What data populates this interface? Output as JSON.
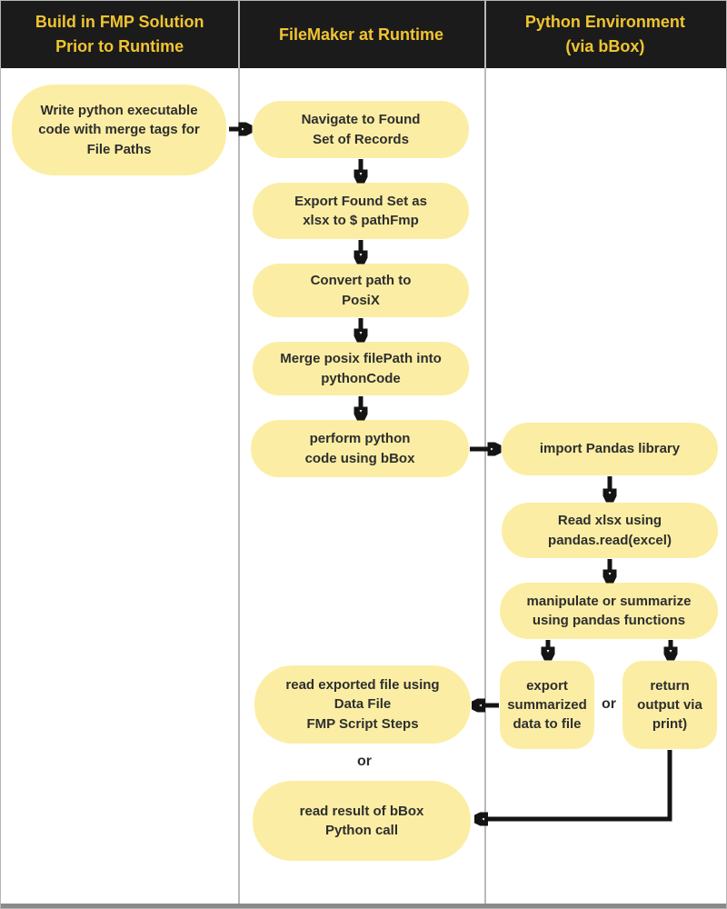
{
  "headers": [
    {
      "title": "Build in FMP Solution\nPrior to Runtime"
    },
    {
      "title": "FileMaker at Runtime"
    },
    {
      "title": "Python Environment\n(via bBox)"
    }
  ],
  "nodes": {
    "write_code": {
      "label": "Write python executable\ncode with merge tags for\nFile Paths"
    },
    "navigate": {
      "label": "Navigate to Found\nSet of Records"
    },
    "export_found": {
      "label": "Export Found Set as\nxlsx to $ pathFmp"
    },
    "convert_path": {
      "label": "Convert path to\nPosiX"
    },
    "merge_posix": {
      "label": "Merge posix filePath into\npythonCode"
    },
    "perform_python": {
      "label": "perform python\ncode using bBox"
    },
    "import_pandas": {
      "label": "import Pandas library"
    },
    "read_xlsx": {
      "label": "Read xlsx using\npandas.read(excel)"
    },
    "manipulate": {
      "label": "manipulate or summarize\nusing pandas functions"
    },
    "export_summarized": {
      "label": "export\nsummarized\ndata to file"
    },
    "return_output": {
      "label": "return\noutput via\nprint)"
    },
    "read_exported": {
      "label": "read exported file using\nData File\nFMP Script Steps"
    },
    "read_result": {
      "label": "read result of bBox\nPython call"
    }
  },
  "labels": {
    "or_python_branch": "or",
    "or_filemaker_branch": "or"
  },
  "colors": {
    "header_background": "#1b1b1b",
    "header_text": "#f0c431",
    "node_fill": "#fbeea4",
    "node_text": "#2e2e2e",
    "arrow": "#141414",
    "divider": "#b9b9b9",
    "bottom_bar": "#8a8a8a",
    "background": "#ffffff"
  }
}
